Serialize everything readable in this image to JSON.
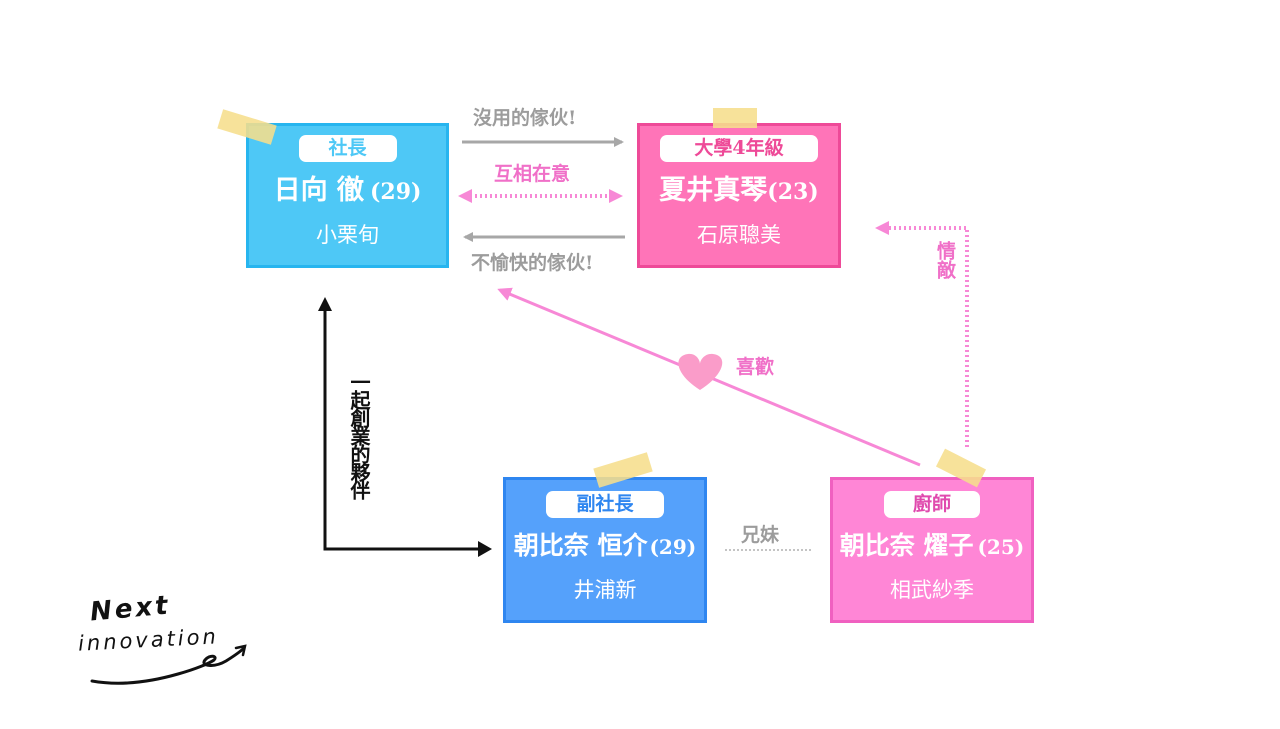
{
  "colors": {
    "blue_light": "#4ec8f6",
    "blue_light_border": "#27b5ef",
    "blue": "#55a1fb",
    "blue_border": "#2f86f0",
    "pink": "#ff74b8",
    "pink_border": "#ee4a98",
    "pink_light": "#ff86d6",
    "pink_light_border": "#f060c0",
    "gray_arrow": "#a7a7a7",
    "pink_arrow": "#f788d6",
    "black_arrow": "#111111",
    "tape": "#f6de8c"
  },
  "cards": {
    "hinata": {
      "role": "社長",
      "name": "日向 徹",
      "age": "(29)",
      "actor": "小栗旬"
    },
    "natsui": {
      "role": "大學4年級",
      "name": "夏井真琴",
      "age": "(23)",
      "actor": "石原聰美"
    },
    "asahina_kouji": {
      "role": "副社長",
      "name": "朝比奈 恒介",
      "age": "(29)",
      "actor": "井浦新"
    },
    "asahina_youko": {
      "role": "廚師",
      "name": "朝比奈 燿子",
      "age": "(25)",
      "actor": "相武紗季"
    }
  },
  "relations": {
    "useless_guy": "沒用的傢伙!",
    "mutual_care": "互相在意",
    "unpleasant_guy": "不愉快的傢伙!",
    "rival": "情敵",
    "like": "喜歡",
    "partner": "一起創業的夥伴",
    "siblings": "兄妹"
  },
  "logo": {
    "line1": "Next",
    "line2": "innovation"
  }
}
